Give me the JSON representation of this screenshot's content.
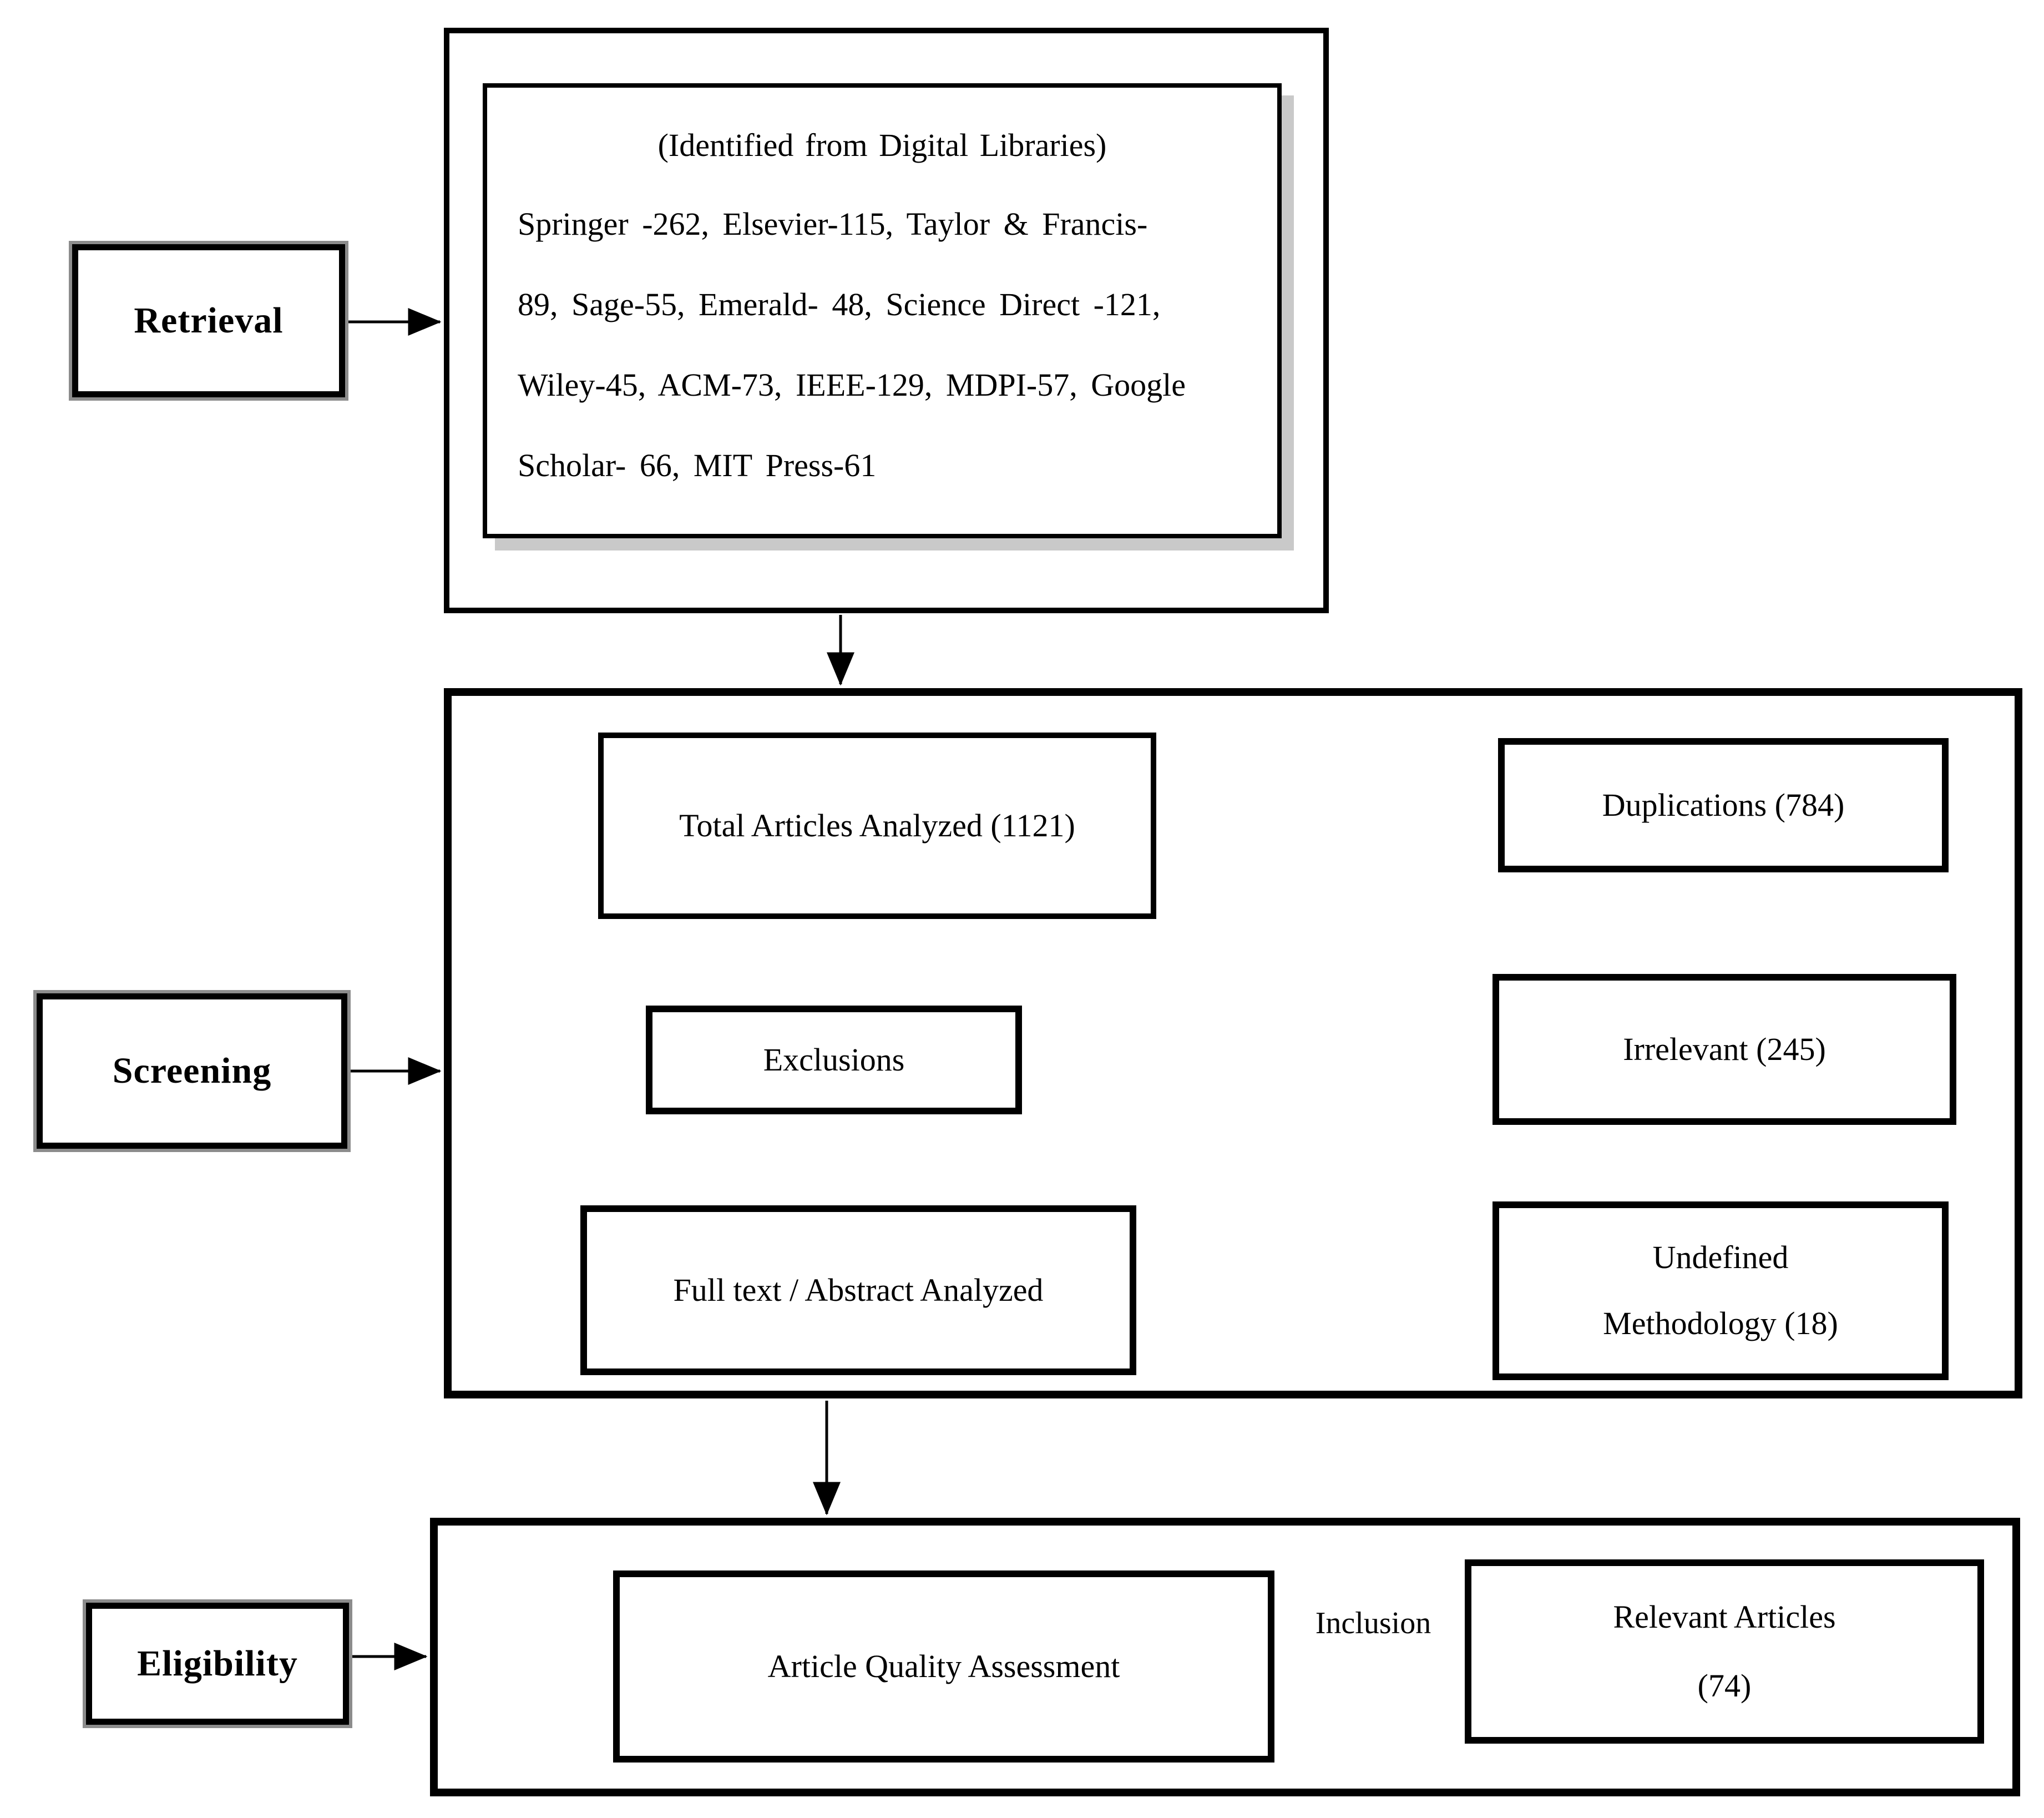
{
  "stages": {
    "retrieval": "Retrieval",
    "screening": "Screening",
    "eligibility": "Eligibility"
  },
  "retrieval": {
    "identified_title": "(Identified from Digital Libraries)",
    "source_lines": [
      "Springer -262, Elsevier-115, Taylor & Francis-",
      "89, Sage-55, Emerald- 48, Science Direct -121,",
      "Wiley-45, ACM-73, IEEE-129, MDPI-57, Google",
      "Scholar- 66, MIT Press-61"
    ]
  },
  "screening": {
    "total_articles": "Total Articles Analyzed (1121)",
    "exclusions": "Exclusions",
    "full_text": "Full text / Abstract Analyzed",
    "duplications": "Duplications (784)",
    "irrelevant": "Irrelevant (245)",
    "undefined_methodology": [
      "Undefined",
      "Methodology (18)"
    ]
  },
  "eligibility": {
    "article_quality": "Article Quality Assessment",
    "inclusion": "Inclusion",
    "relevant_articles": [
      "Relevant Articles",
      "(74)"
    ]
  },
  "colors": {
    "line": "#000000",
    "box_border": "#000000",
    "inner_box_shadow": "#c9c9c9",
    "stage_box_rim": "#8c8c8c",
    "background": "#ffffff"
  }
}
